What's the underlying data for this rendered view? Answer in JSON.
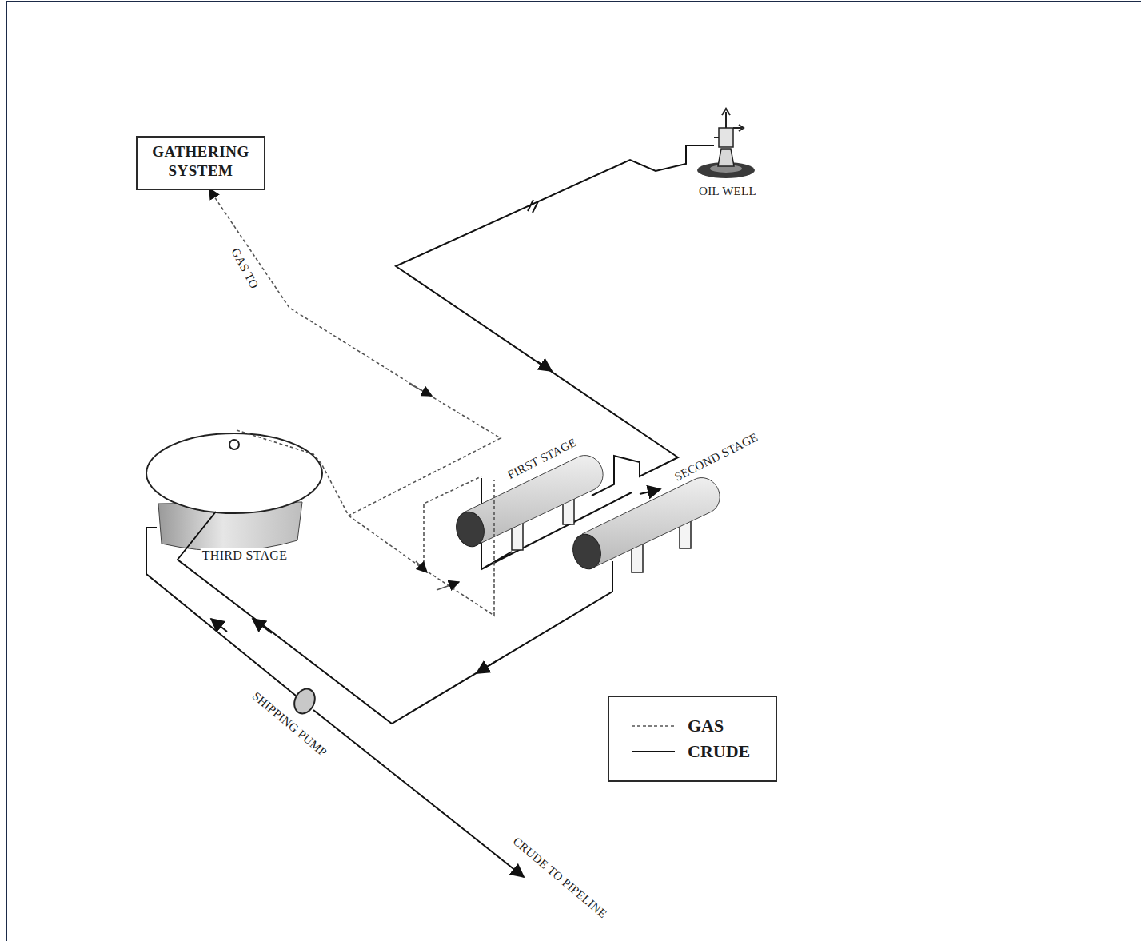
{
  "diagram": {
    "nodes": [
      {
        "text": [
          "GATHERING SYSTEM"
        ]
      }
    ],
    "labels": [
      "OIL WELL",
      "GAS TO",
      "FIRST STAGE",
      "SECOND STAGE",
      "THIRD STAGE",
      "SHIPPING PUMP",
      "CRUDE TO PIPELINE"
    ],
    "legend": [
      {
        "text": "GAS"
      },
      {
        "text": "CRUDE"
      }
    ]
  }
}
